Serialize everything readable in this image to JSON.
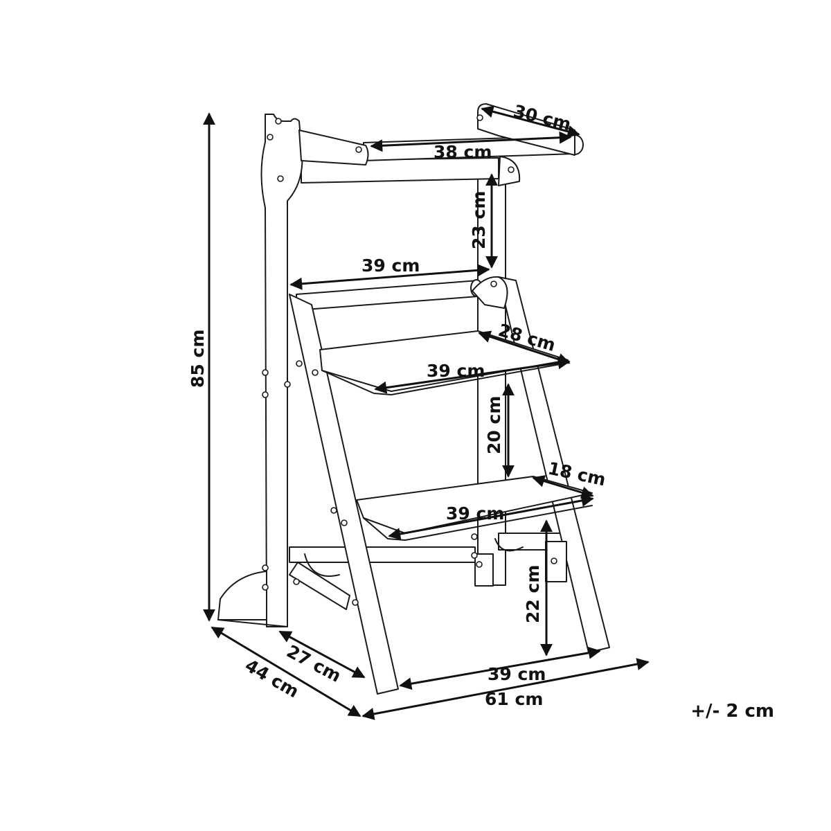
{
  "dimensions": {
    "top_bar_depth": "30 cm",
    "top_bar_width": "38 cm",
    "top_gap_height": "23 cm",
    "guard_rail_width": "39 cm",
    "upper_step_depth": "28 cm",
    "upper_step_width": "39 cm",
    "step_gap_height": "20 cm",
    "lower_step_depth": "18 cm",
    "lower_step_width": "39 cm",
    "lower_step_height": "22 cm",
    "total_height": "85 cm",
    "base_inner_depth": "27 cm",
    "base_depth": "44 cm",
    "base_inner_width": "39 cm",
    "base_width": "61 cm"
  },
  "tolerance": "+/- 2 cm"
}
